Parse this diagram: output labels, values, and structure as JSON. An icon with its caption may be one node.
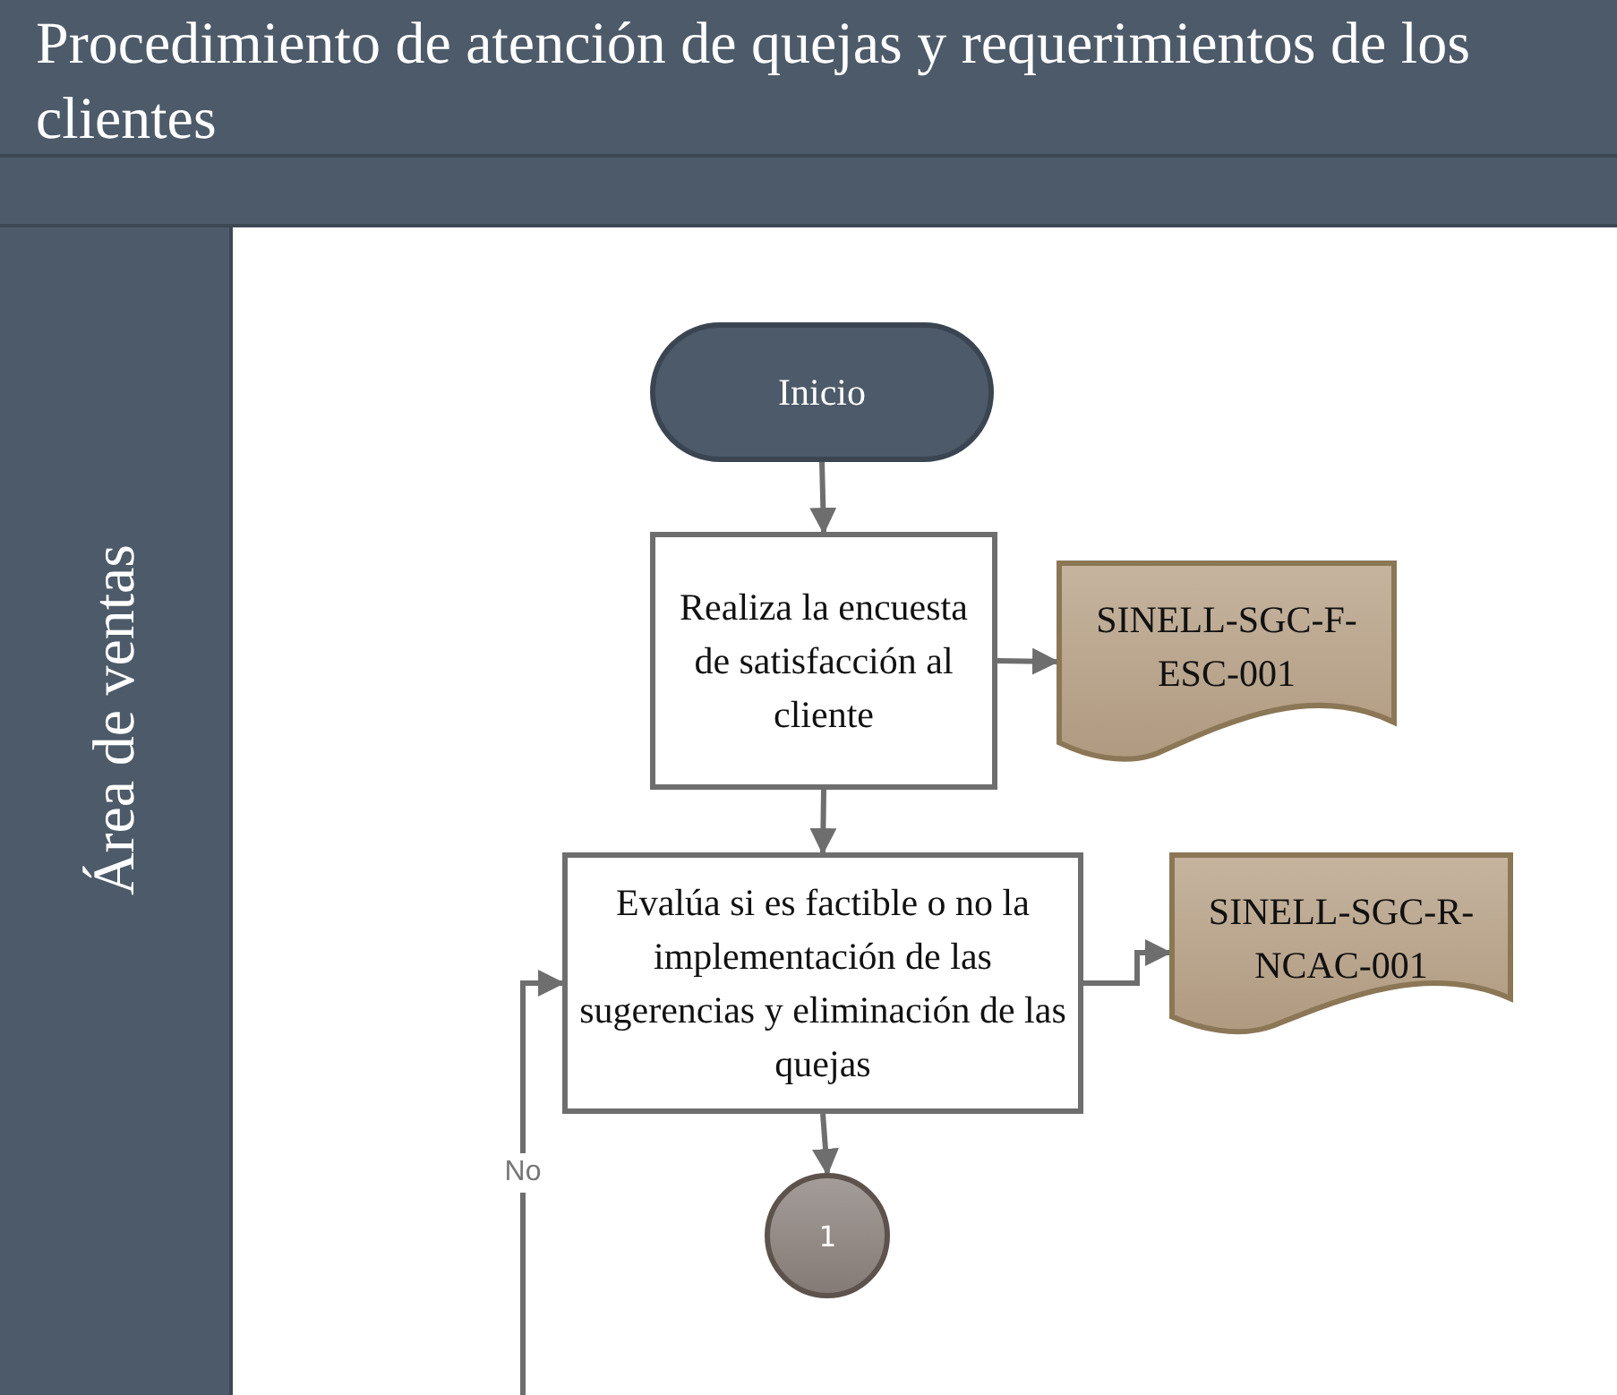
{
  "diagram": {
    "title": "Procedimiento de atención de quejas y requerimientos de los clientes",
    "nodes": [
      {
        "text": [
          "Área de ventas"
        ]
      },
      {
        "text": [
          "Inicio"
        ],
        "in": 0
      },
      {
        "text": [
          "Realiza la encuesta de satisfacción al cliente"
        ],
        "in": 0
      },
      {
        "text": [
          "SINELL-SGC-F-ESC-001"
        ],
        "in": 0
      },
      {
        "text": [
          "Evalúa si es factible o no la implementación de las sugerencias y eliminación de las quejas"
        ],
        "in": 0
      },
      {
        "text": [
          "SINELL-SGC-R-NCAC-001"
        ],
        "in": 0
      },
      {
        "text": [
          "1"
        ],
        "in": 0
      }
    ],
    "edges": [
      {
        "from": 1,
        "to": 2,
        "arrow": "to"
      },
      {
        "from": 2,
        "to": 3,
        "arrow": "to"
      },
      {
        "from": 2,
        "to": 4,
        "arrow": "to"
      },
      {
        "from": 4,
        "to": 5,
        "arrow": "to"
      },
      {
        "from": 4,
        "to": 6,
        "arrow": "to"
      },
      {
        "from": null,
        "to": 4,
        "arrow": "to",
        "label": "No"
      }
    ]
  }
}
